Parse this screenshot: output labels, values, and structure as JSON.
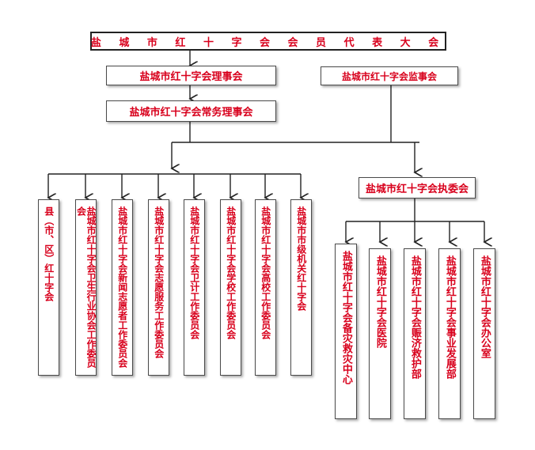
{
  "chart_data": {
    "type": "org-chart",
    "nodes": {
      "assembly": "盐 城 市 红 十 字 会 会 员 代 表 大 会",
      "council": "盐城市红十字会理事会",
      "supervisory": "盐城市红十字会监事会",
      "standing_council": "盐城市红十字会常务理事会",
      "executive": "盐城市红十字会执委会"
    },
    "left_branches": [
      "县（市、区）红十字会",
      "盐城市红十字会卫生行业协会工作委员会",
      "盐城市红十字会新闻志愿者工作委员会",
      "盐城市红十字会志愿服务工作委员会",
      "盐城市红十字会卫计工作委员会",
      "盐城市红十字会学校工作委员会",
      "盐城市红十字会高校工作委员会",
      "盐城市市级机关红十字会"
    ],
    "right_branches": [
      "盐城市红十字会备灾救灾中心",
      "盐城市红十字会医院",
      "盐城市红十字会赈济救护部",
      "盐城市红十字会事业发展部",
      "盐城市红十字会办公室"
    ]
  }
}
